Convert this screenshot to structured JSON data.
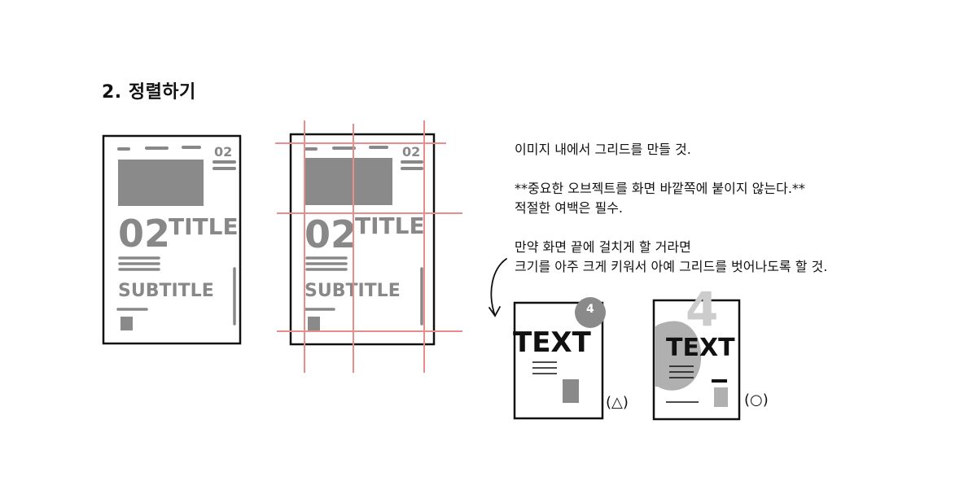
{
  "section_title": "2. 정렬하기",
  "sketch_text": {
    "page_number": "02",
    "big_number": "02",
    "title": "TITLE",
    "subtitle": "SUBTITLE",
    "text": "TEXT",
    "corner_number": "4"
  },
  "notes": {
    "grid": "이미지 내에서 그리드를 만들 것.",
    "important": "**중요한 오브젝트를 화면 바깥쪽에 붙이지 않는다.**",
    "margin": "적절한 여백은 필수.",
    "edge_line1": "만약 화면 끝에 걸치게 할 거라면",
    "edge_line2": "크기를 아주 크게 키워서 아예 그리드를 벗어나도록 할 것."
  },
  "marks": {
    "bad": "(△)",
    "good": "(○)"
  },
  "colors": {
    "grid_line": "#e88c8c",
    "placeholder": "#8a8a8a",
    "ink": "#111111"
  }
}
